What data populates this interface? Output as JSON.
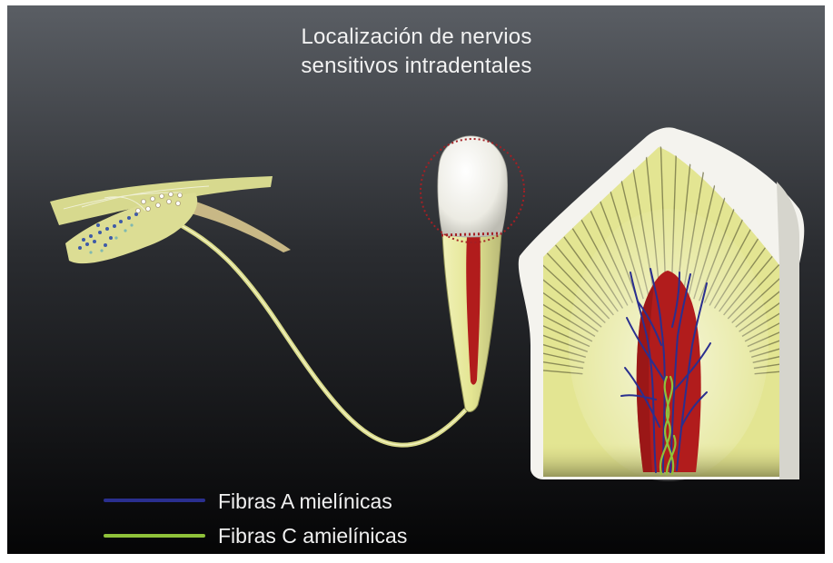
{
  "title": {
    "line1": "Localización de nervios",
    "line2": "sensitivos intradentales"
  },
  "legend": [
    {
      "label": "Fibras A mielínicas",
      "color": "#2a2f8f"
    },
    {
      "label": "Fibras C amielínicas",
      "color": "#8fc23a"
    }
  ],
  "colors": {
    "background_top": "#575b61",
    "background_bottom": "#050506",
    "pulp_tissue": "#e3e592",
    "pulp_dark": "#c9c97a",
    "pulp_red": "#b11c1c",
    "enamel": "#f4f3ee",
    "marker_red": "#a41f24"
  }
}
